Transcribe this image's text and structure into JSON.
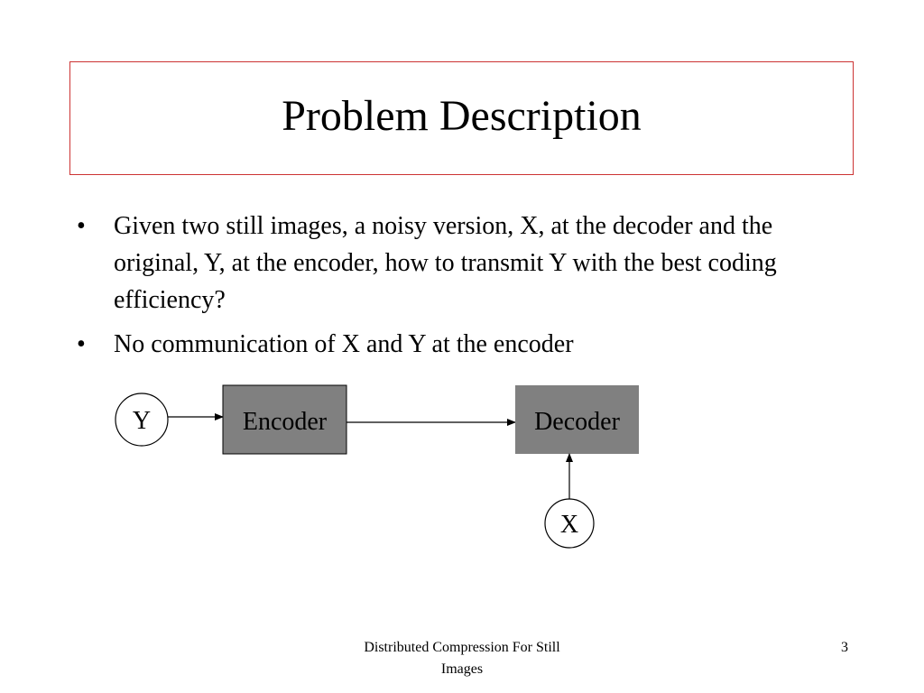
{
  "slide": {
    "title": "Problem Description",
    "bullets": [
      "Given two still images, a noisy version, X, at the decoder and the original, Y, at the encoder, how to transmit Y with the best coding efficiency?",
      "No communication of X and Y at the encoder"
    ],
    "bullet_symbol": "•"
  },
  "diagram": {
    "source_y_label": "Y",
    "encoder_label": "Encoder",
    "decoder_label": "Decoder",
    "side_info_x_label": "X",
    "block_fill": "#808080",
    "border_color": "#cc3333"
  },
  "footer": {
    "text_line1": "Distributed Compression For Still",
    "text_line2": "Images",
    "page_number": "3"
  }
}
